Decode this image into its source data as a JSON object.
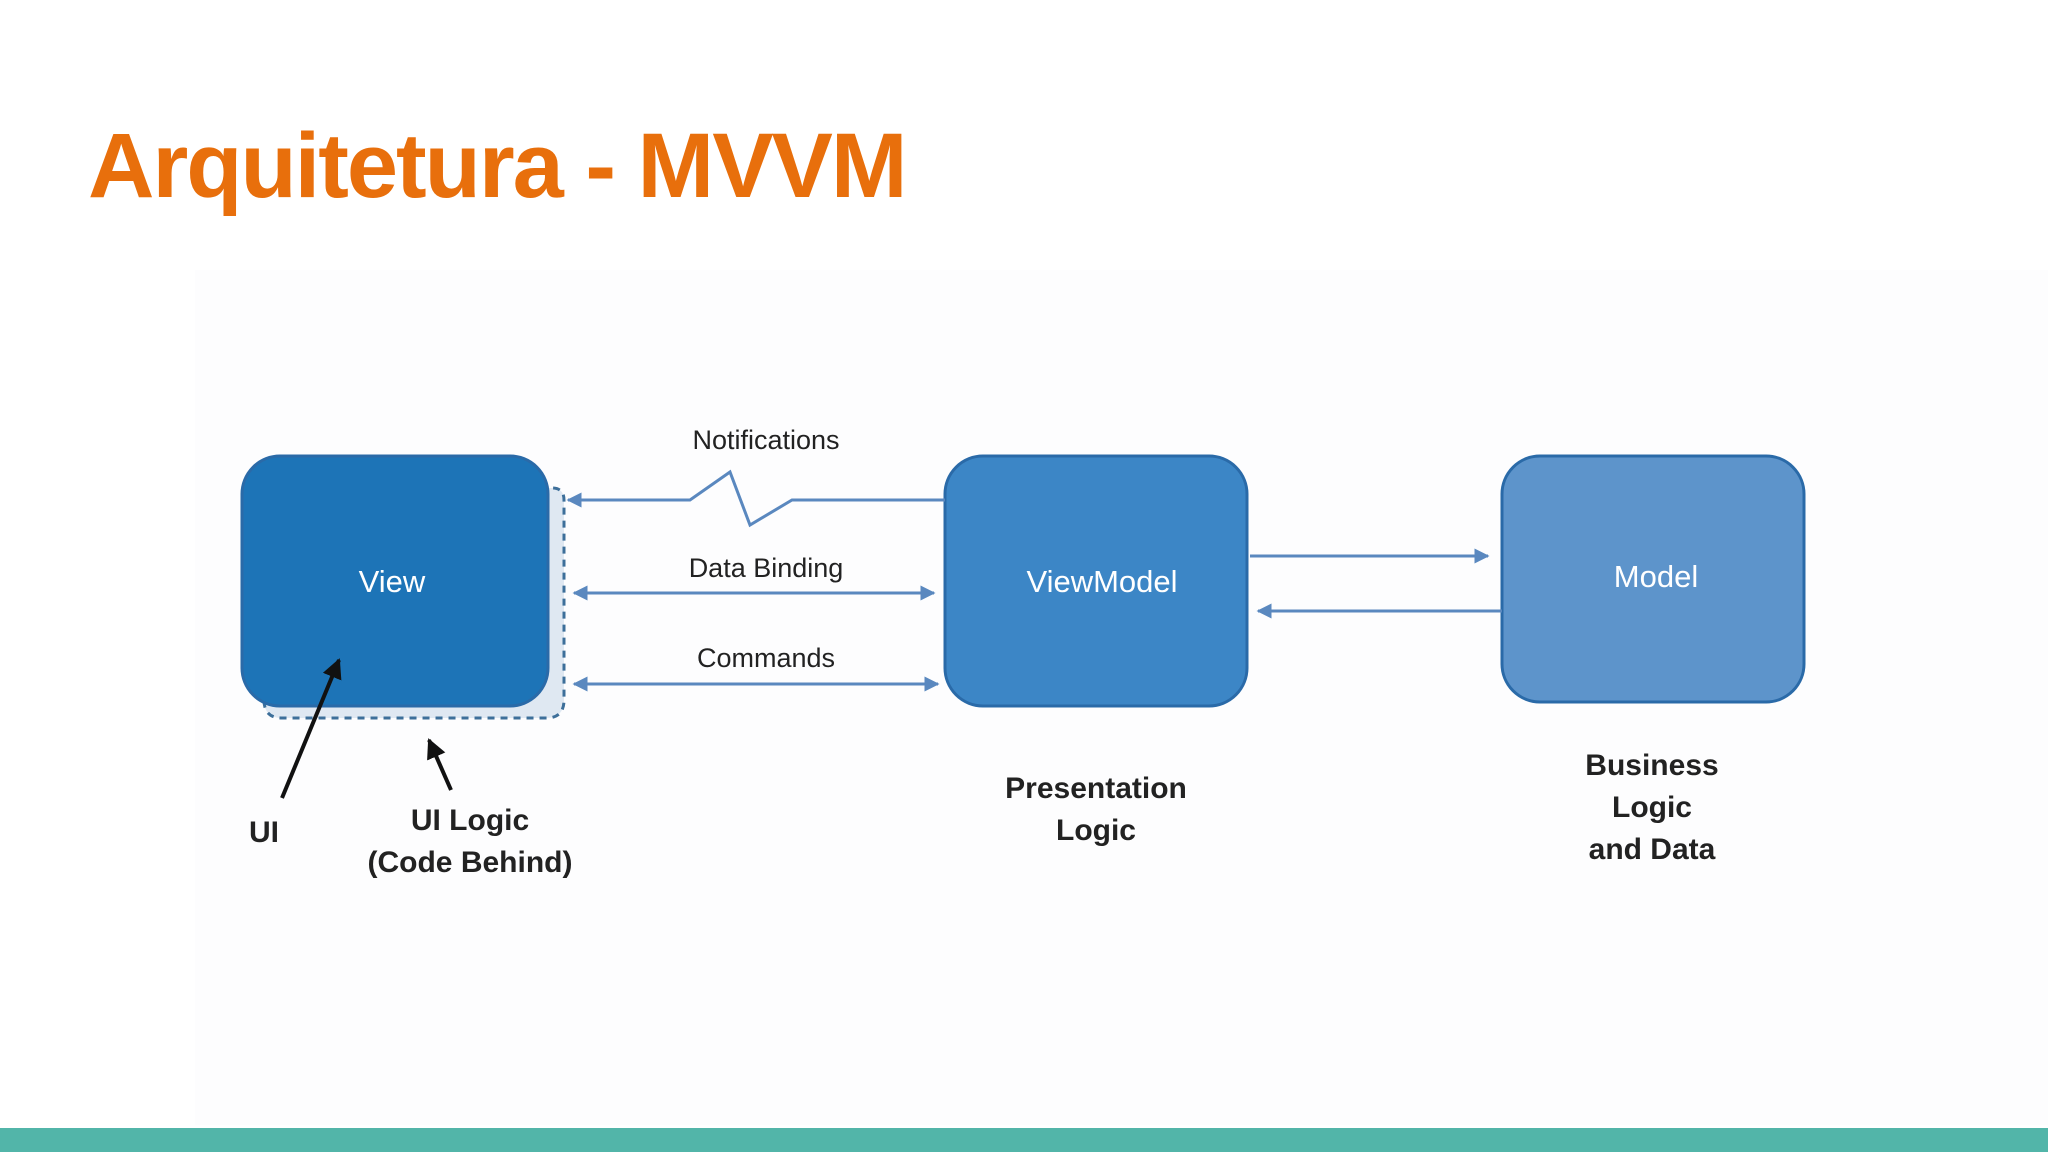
{
  "slide": {
    "title": "Arquitetura - MVVM"
  },
  "colors": {
    "title": "#e86f0c",
    "view_box": "#1d74b7",
    "viewmodel_box": "#3c86c6",
    "model_box": "#5d94cb",
    "box_border": "#2a6aa8",
    "arrow": "#5a88bf",
    "ui_logic_border": "#3d6f9a",
    "label_text": "#222222",
    "box_text": "#ffffff",
    "footer_bar": "#52b5a9"
  },
  "diagram": {
    "view": {
      "label": "View"
    },
    "viewmodel": {
      "label": "ViewModel"
    },
    "model": {
      "label": "Model"
    },
    "connections": {
      "notifications": "Notifications",
      "data_binding": "Data Binding",
      "commands": "Commands"
    },
    "captions": {
      "ui": "UI",
      "ui_logic_line1": "UI Logic",
      "ui_logic_line2": "(Code Behind)",
      "presentation_line1": "Presentation",
      "presentation_line2": "Logic",
      "business_line1": "Business",
      "business_line2": "Logic",
      "business_line3": "and Data"
    }
  }
}
